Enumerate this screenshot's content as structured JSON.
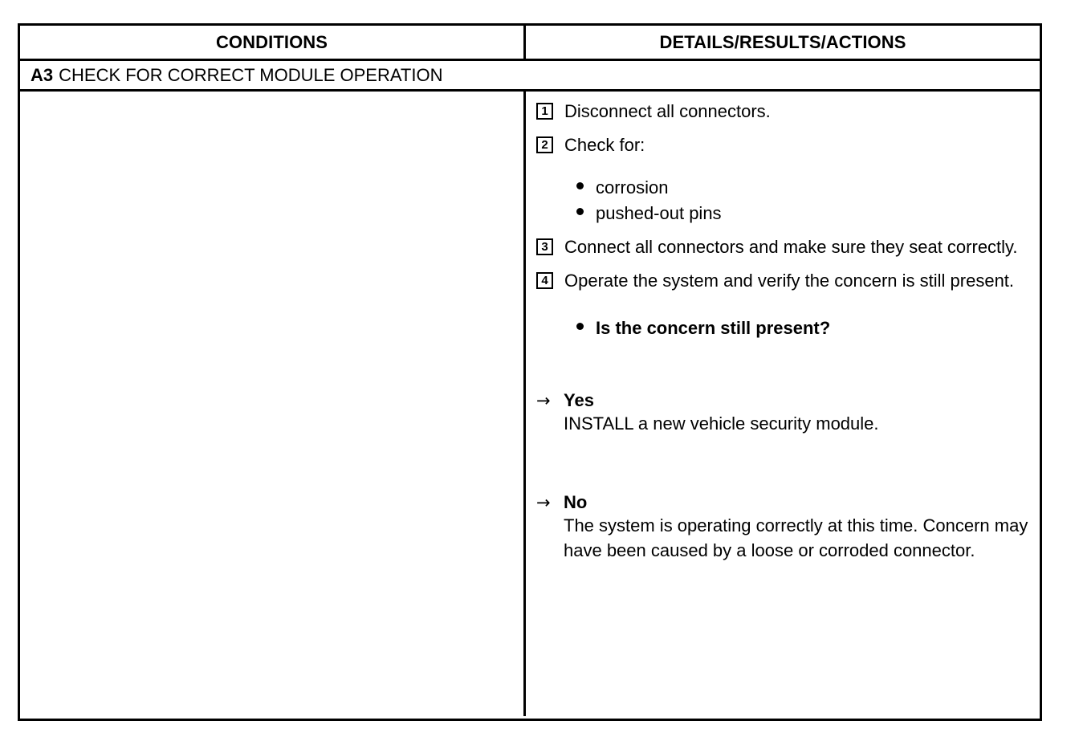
{
  "table": {
    "headers": {
      "conditions": "CONDITIONS",
      "details": "DETAILS/RESULTS/ACTIONS"
    },
    "title": {
      "code": "A3",
      "text": "CHECK FOR CORRECT MODULE OPERATION"
    },
    "conditions_column": {
      "content": ""
    },
    "details_column": {
      "steps": [
        {
          "number": "1",
          "text": "Disconnect all connectors."
        },
        {
          "number": "2",
          "text": "Check for:"
        },
        {
          "number": "3",
          "text": "Connect all connectors and make sure they seat correctly."
        },
        {
          "number": "4",
          "text": "Operate the system and verify the concern is still present."
        }
      ],
      "check_bullets": [
        {
          "label": "corrosion"
        },
        {
          "label": "pushed-out pins"
        }
      ],
      "question_bullets": [
        {
          "label": "Is the concern still present?"
        }
      ],
      "branches": [
        {
          "arrow": "→",
          "label": "Yes",
          "text": "INSTALL a new vehicle security module."
        },
        {
          "arrow": "→",
          "label": "No",
          "text": "The system is operating correctly at this time. Concern may have been caused by a loose or corroded connector."
        }
      ]
    }
  },
  "colors": {
    "border": "#000000",
    "text": "#000000",
    "background": "#ffffff"
  }
}
